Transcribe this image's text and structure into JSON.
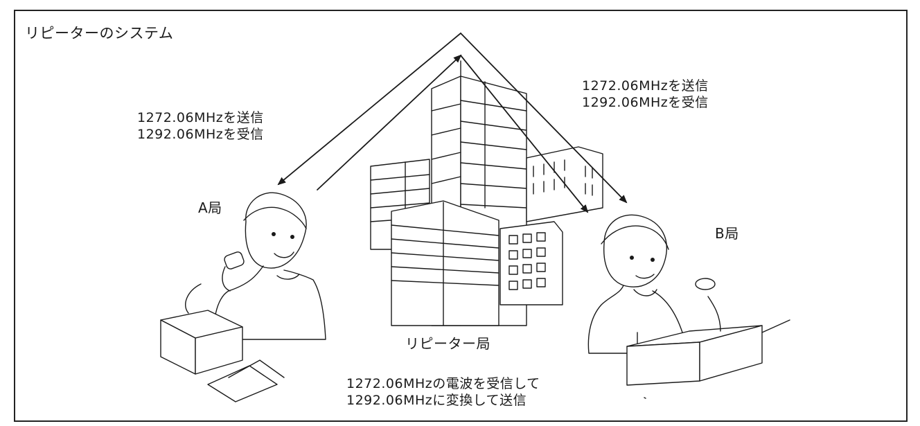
{
  "title": "リピーターのシステム",
  "station_a": {
    "label": "A局",
    "tx_line": "1272.06MHzを送信",
    "rx_line": "1292.06MHzを受信"
  },
  "station_b": {
    "label": "B局",
    "tx_line": "1272.06MHzを送信",
    "rx_line": "1292.06MHzを受信"
  },
  "repeater": {
    "label": "リピーター局",
    "note_line1": "1272.06MHzの電波を受信して",
    "note_line2": "1292.06MHzに変換して送信"
  }
}
